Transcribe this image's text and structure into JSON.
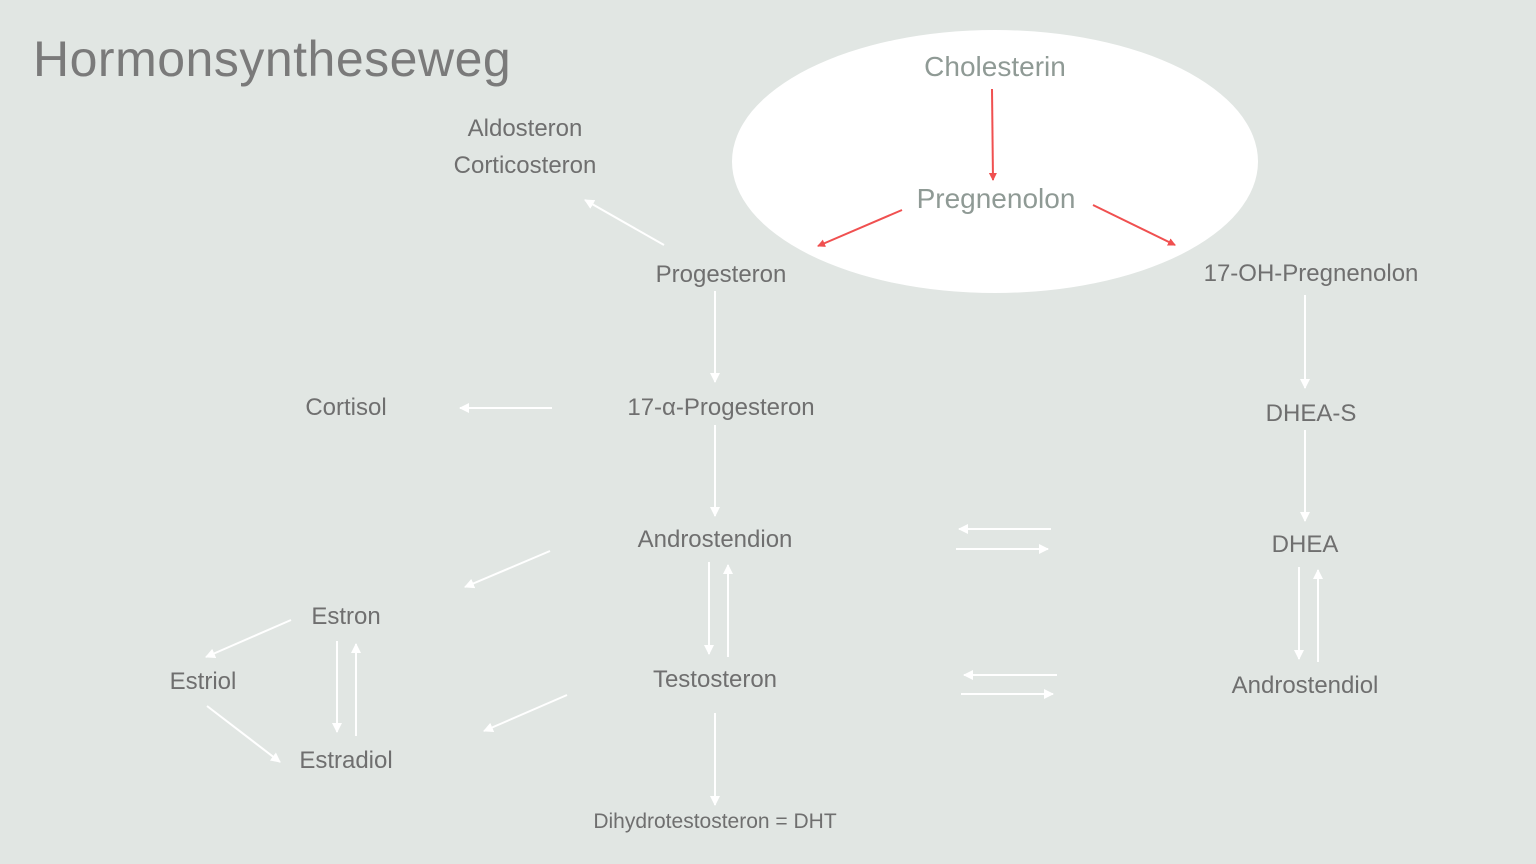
{
  "title": "Hormonsyntheseweg",
  "colors": {
    "background": "#e1e6e3",
    "highlight_ellipse": "#ffffff",
    "text": "#6f6f6f",
    "highlight_text": "#8f9a95",
    "arrow_primary": "#f05050",
    "arrow_secondary": "#ffffff"
  },
  "nodes": {
    "cholesterin": "Cholesterin",
    "pregnenolon": "Pregnenolon",
    "aldosteron": "Aldosteron",
    "corticosteron": "Corticosteron",
    "progesteron": "Progesteron",
    "oh_pregnenolon": "17-OH-Pregnenolon",
    "cortisol": "Cortisol",
    "alpha_progesteron": "17-α-Progesteron",
    "dhea_s": "DHEA-S",
    "androstendion": "Androstendion",
    "dhea": "DHEA",
    "estron": "Estron",
    "estriol": "Estriol",
    "testosteron": "Testosteron",
    "androstendiol": "Androstendiol",
    "estradiol": "Estradiol",
    "dht": "Dihydrotestosteron = DHT"
  },
  "edges": [
    {
      "from": "Cholesterin",
      "to": "Pregnenolon",
      "color": "red"
    },
    {
      "from": "Pregnenolon",
      "to": "Progesteron",
      "color": "red"
    },
    {
      "from": "Pregnenolon",
      "to": "17-OH-Pregnenolon",
      "color": "red"
    },
    {
      "from": "Progesteron",
      "to": "Aldosteron / Corticosteron",
      "color": "white"
    },
    {
      "from": "Progesteron",
      "to": "17-α-Progesteron",
      "color": "white"
    },
    {
      "from": "17-α-Progesteron",
      "to": "Cortisol",
      "color": "white"
    },
    {
      "from": "17-α-Progesteron",
      "to": "Androstendion",
      "color": "white"
    },
    {
      "from": "17-OH-Pregnenolon",
      "to": "DHEA-S",
      "color": "white"
    },
    {
      "from": "DHEA-S",
      "to": "DHEA",
      "color": "white"
    },
    {
      "from": "Androstendion",
      "to": "DHEA",
      "color": "white",
      "bidirectional": true
    },
    {
      "from": "DHEA",
      "to": "Androstendiol",
      "color": "white",
      "bidirectional": true
    },
    {
      "from": "Androstendion",
      "to": "Testosteron",
      "color": "white",
      "bidirectional": true
    },
    {
      "from": "Testosteron",
      "to": "Androstendiol",
      "color": "white",
      "bidirectional": true
    },
    {
      "from": "Androstendion",
      "to": "Estron",
      "color": "white"
    },
    {
      "from": "Testosteron",
      "to": "Estradiol",
      "color": "white"
    },
    {
      "from": "Estron",
      "to": "Estriol",
      "color": "white"
    },
    {
      "from": "Estriol",
      "to": "Estradiol",
      "color": "white"
    },
    {
      "from": "Estron",
      "to": "Estradiol",
      "color": "white",
      "bidirectional": true
    },
    {
      "from": "Testosteron",
      "to": "Dihydrotestosteron = DHT",
      "color": "white"
    }
  ]
}
